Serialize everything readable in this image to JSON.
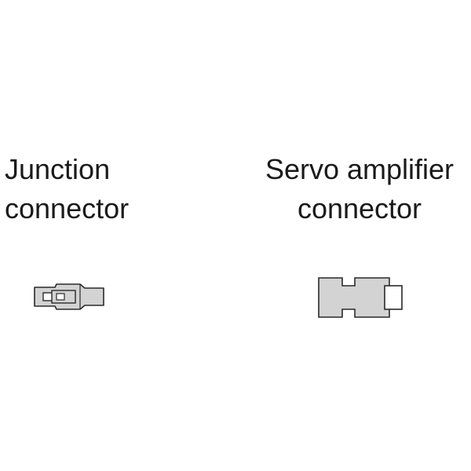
{
  "junction": {
    "label_line1": "Junction",
    "label_line2": "connector"
  },
  "servo": {
    "label_line1": "Servo amplifier",
    "label_line2": "connector"
  },
  "colors": {
    "fill": "#d3d3d3",
    "stroke": "#2a2a2a",
    "background": "#ffffff"
  },
  "icons": {
    "junction": "junction-connector-icon",
    "servo": "servo-amplifier-connector-icon"
  }
}
